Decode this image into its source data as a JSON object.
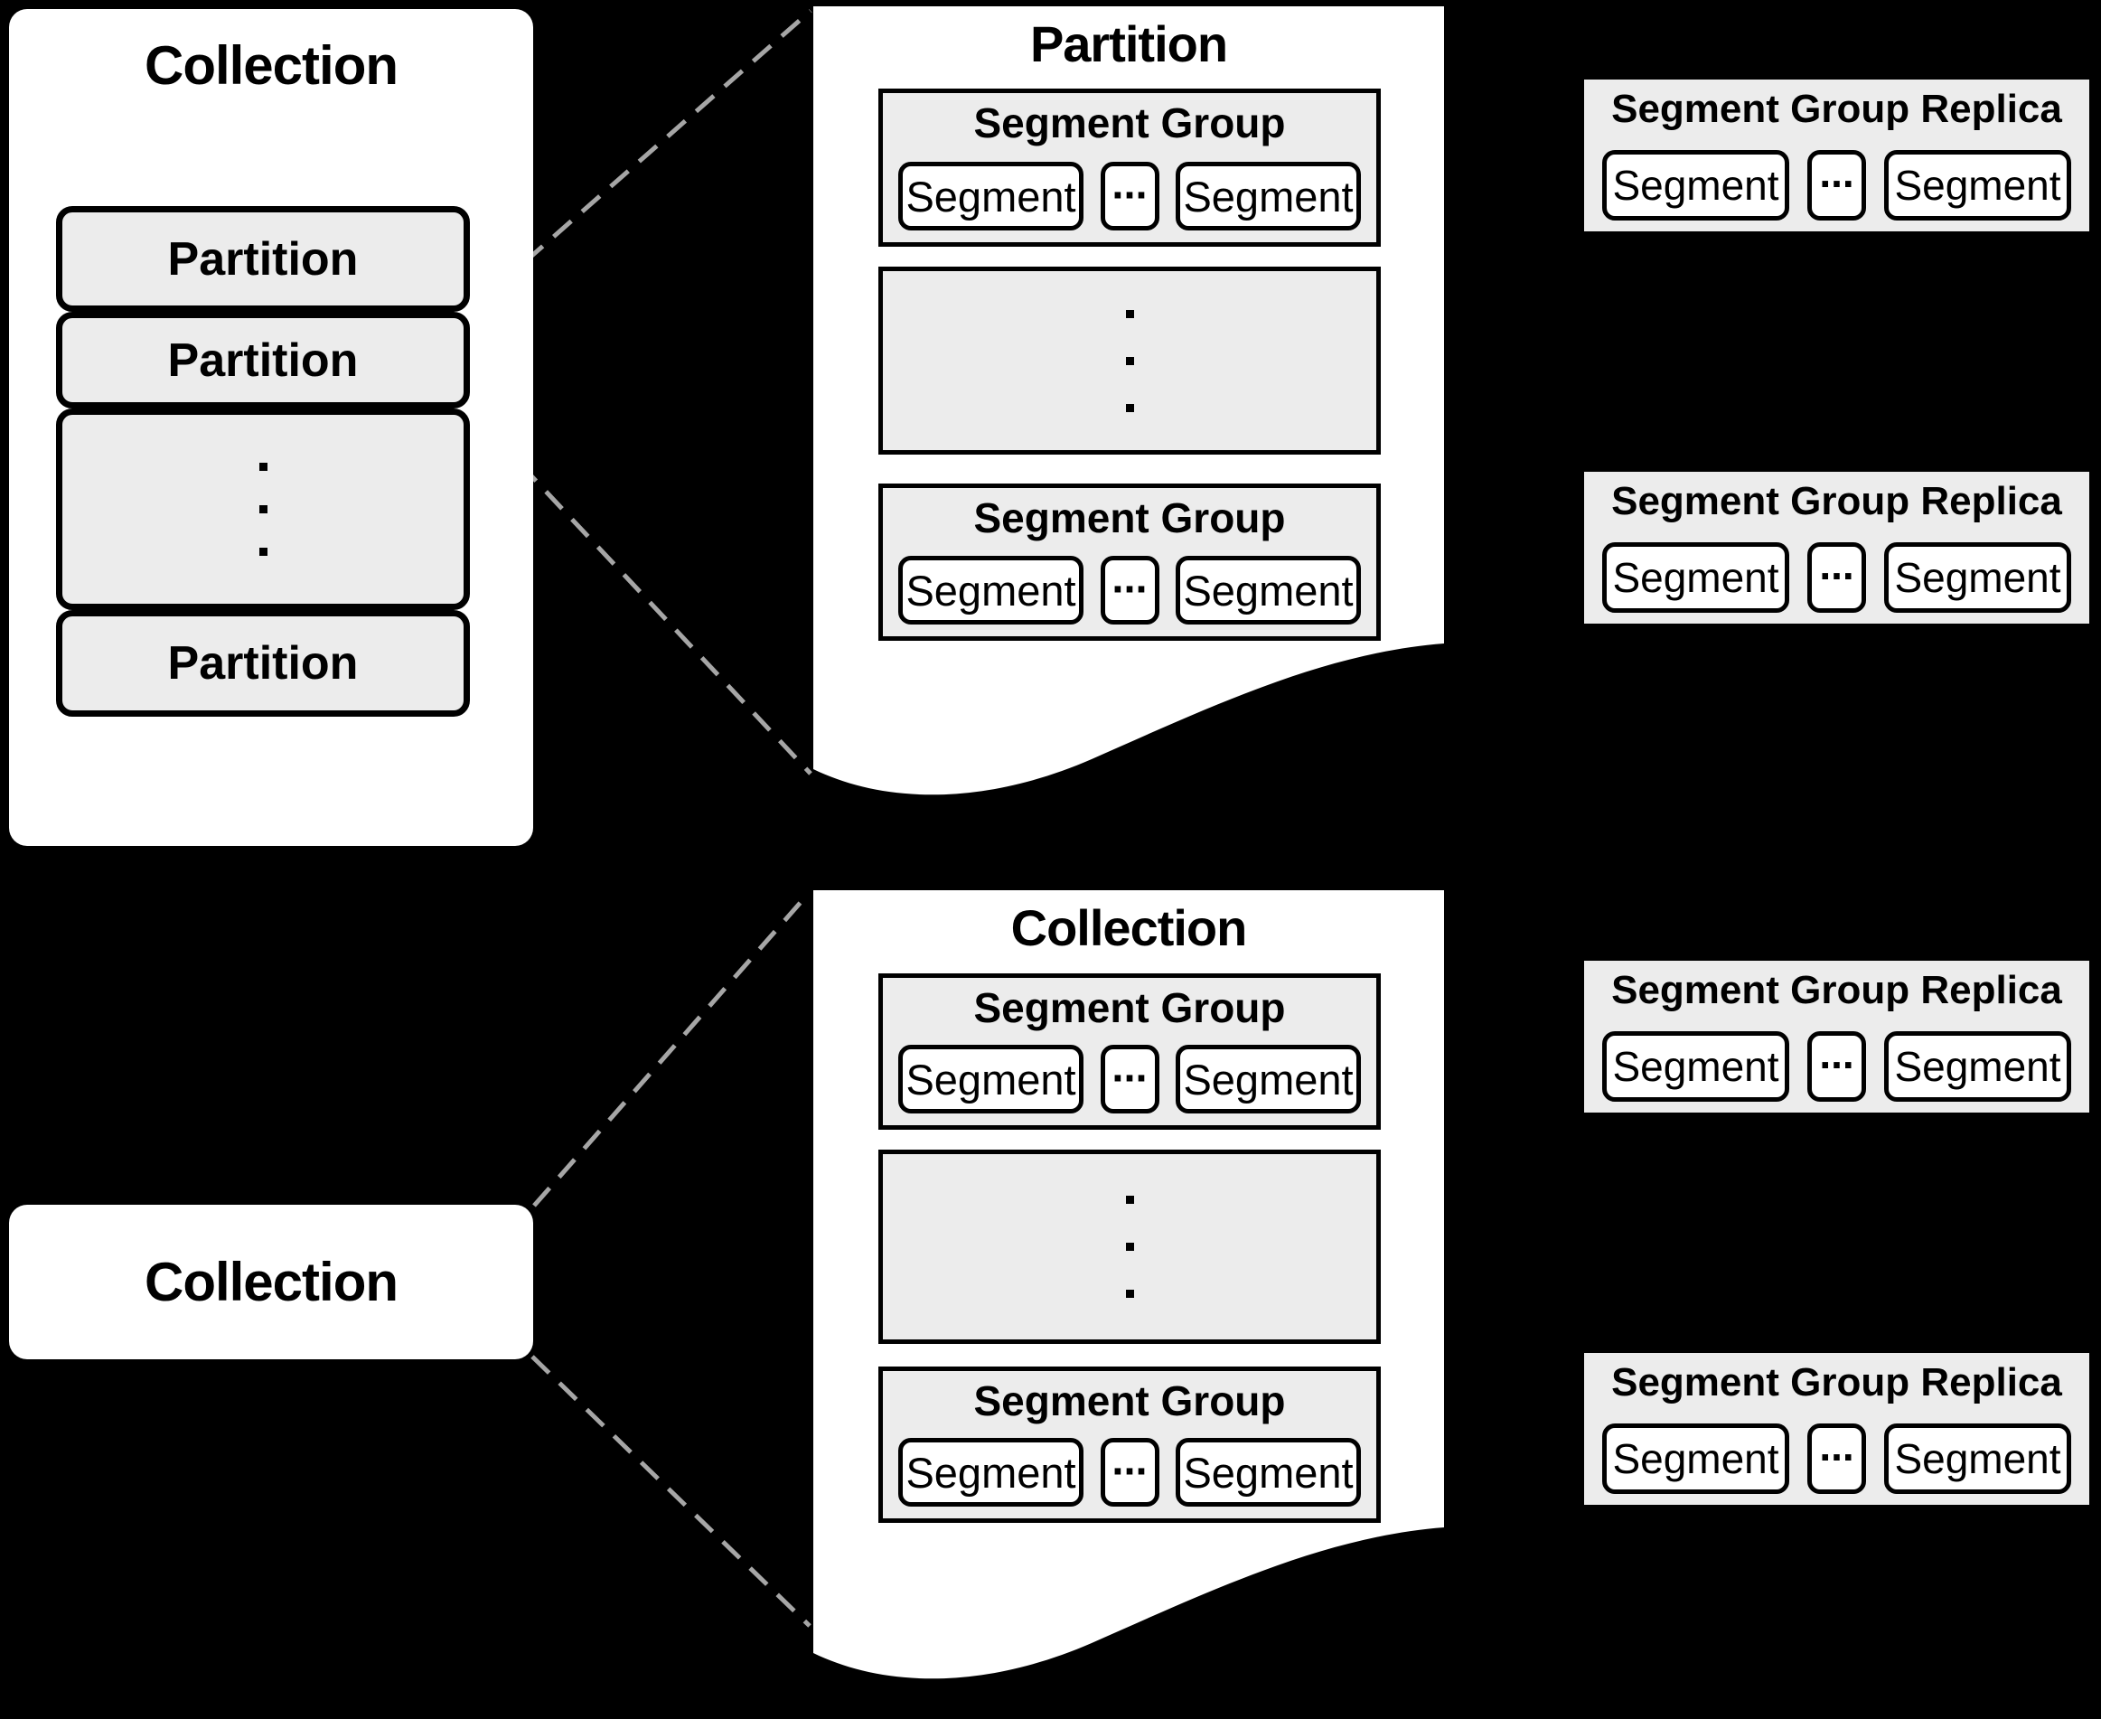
{
  "colors": {
    "background": "#000000",
    "panel": "#ffffff",
    "box_fill": "#ececec",
    "border": "#000000",
    "dashed_line": "#a6a6a6"
  },
  "left_collection": {
    "title": "Collection",
    "partition_labels": [
      "Partition",
      "Partition",
      "Partition"
    ]
  },
  "partition_page": {
    "title": "Partition",
    "top_group": {
      "title": "Segment Group",
      "segments": [
        "Segment",
        "...",
        "Segment"
      ]
    },
    "bottom_group": {
      "title": "Segment Group",
      "segments": [
        "Segment",
        "...",
        "Segment"
      ]
    }
  },
  "collection_page": {
    "title": "Collection",
    "top_group": {
      "title": "Segment Group",
      "segments": [
        "Segment",
        "...",
        "Segment"
      ]
    },
    "bottom_group": {
      "title": "Segment Group",
      "segments": [
        "Segment",
        "...",
        "Segment"
      ]
    }
  },
  "bottom_collection": {
    "title": "Collection"
  },
  "replicas": [
    {
      "title": "Segment Group Replica",
      "segments": [
        "Segment",
        "...",
        "Segment"
      ]
    },
    {
      "title": "Segment Group Replica",
      "segments": [
        "Segment",
        "...",
        "Segment"
      ]
    },
    {
      "title": "Segment Group Replica",
      "segments": [
        "Segment",
        "...",
        "Segment"
      ]
    },
    {
      "title": "Segment Group Replica",
      "segments": [
        "Segment",
        "...",
        "Segment"
      ]
    }
  ]
}
